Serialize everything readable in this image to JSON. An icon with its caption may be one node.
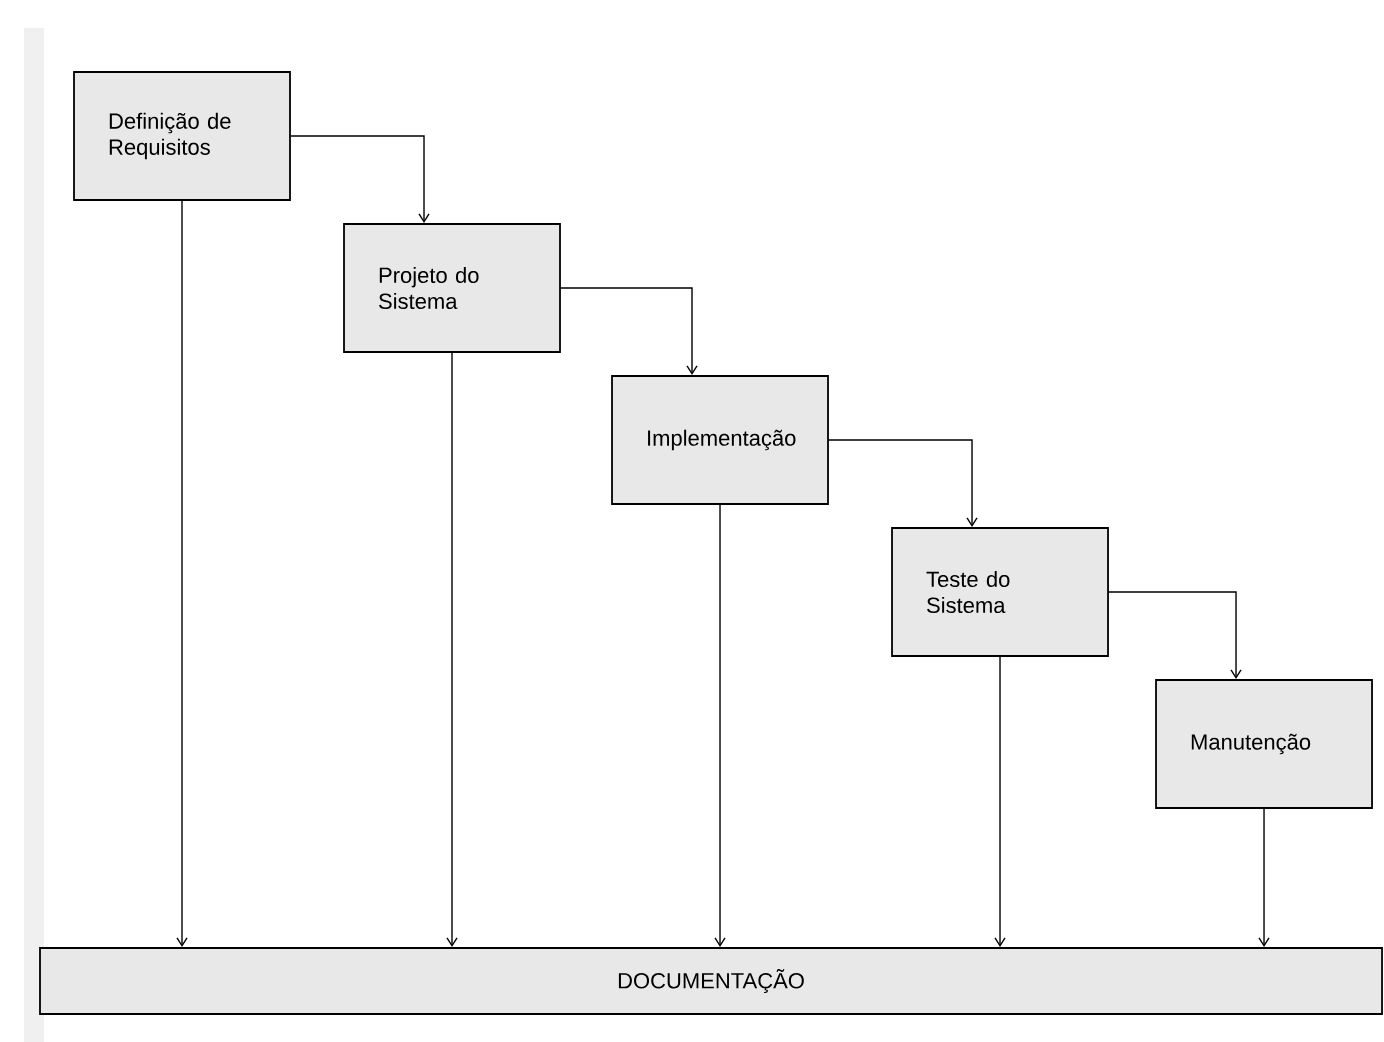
{
  "diagram": {
    "nodes": [
      {
        "text": [
          "Definição de Requisitos"
        ]
      },
      {
        "text": [
          "Projeto do Sistema"
        ]
      },
      {
        "text": [
          "Implementação"
        ]
      },
      {
        "text": [
          "Teste do Sistema"
        ]
      },
      {
        "text": [
          "Manutenção"
        ]
      },
      {
        "text": [
          "DOCUMENTAÇÃO"
        ]
      }
    ],
    "edges": [
      {
        "from": 0,
        "to": 1,
        "arrow": "to"
      },
      {
        "from": 1,
        "to": 2,
        "arrow": "to"
      },
      {
        "from": 2,
        "to": 3,
        "arrow": "to"
      },
      {
        "from": 3,
        "to": 4,
        "arrow": "to"
      },
      {
        "from": 0,
        "to": 5,
        "arrow": "to"
      },
      {
        "from": 1,
        "to": 5,
        "arrow": "to"
      },
      {
        "from": 2,
        "to": 5,
        "arrow": "to"
      },
      {
        "from": 3,
        "to": 5,
        "arrow": "to"
      },
      {
        "from": 4,
        "to": 5,
        "arrow": "to"
      }
    ]
  }
}
